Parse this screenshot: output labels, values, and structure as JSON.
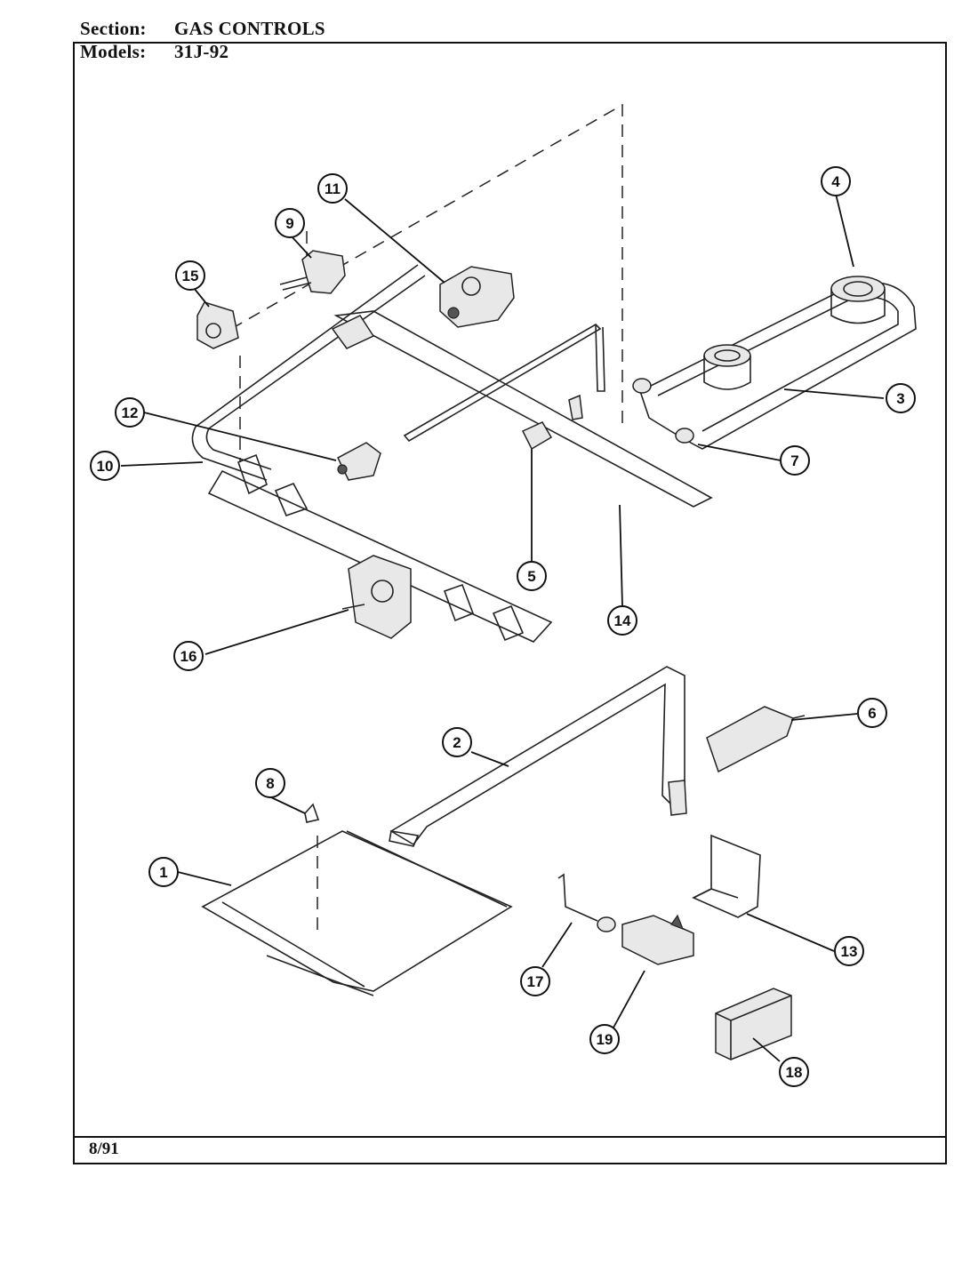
{
  "header": {
    "section_label": "Section:",
    "section_value": "GAS CONTROLS",
    "models_label": "Models:",
    "models_value": "31J-92"
  },
  "footer": {
    "date": "8/91"
  },
  "callouts": [
    {
      "id": "1",
      "name": "callout-1"
    },
    {
      "id": "2",
      "name": "callout-2"
    },
    {
      "id": "3",
      "name": "callout-3"
    },
    {
      "id": "4",
      "name": "callout-4"
    },
    {
      "id": "5",
      "name": "callout-5"
    },
    {
      "id": "6",
      "name": "callout-6"
    },
    {
      "id": "7",
      "name": "callout-7"
    },
    {
      "id": "8",
      "name": "callout-8"
    },
    {
      "id": "9",
      "name": "callout-9"
    },
    {
      "id": "10",
      "name": "callout-10"
    },
    {
      "id": "11",
      "name": "callout-11"
    },
    {
      "id": "12",
      "name": "callout-12"
    },
    {
      "id": "13",
      "name": "callout-13"
    },
    {
      "id": "14",
      "name": "callout-14"
    },
    {
      "id": "15",
      "name": "callout-15"
    },
    {
      "id": "16",
      "name": "callout-16"
    },
    {
      "id": "17",
      "name": "callout-17"
    },
    {
      "id": "18",
      "name": "callout-18"
    },
    {
      "id": "19",
      "name": "callout-19"
    }
  ]
}
